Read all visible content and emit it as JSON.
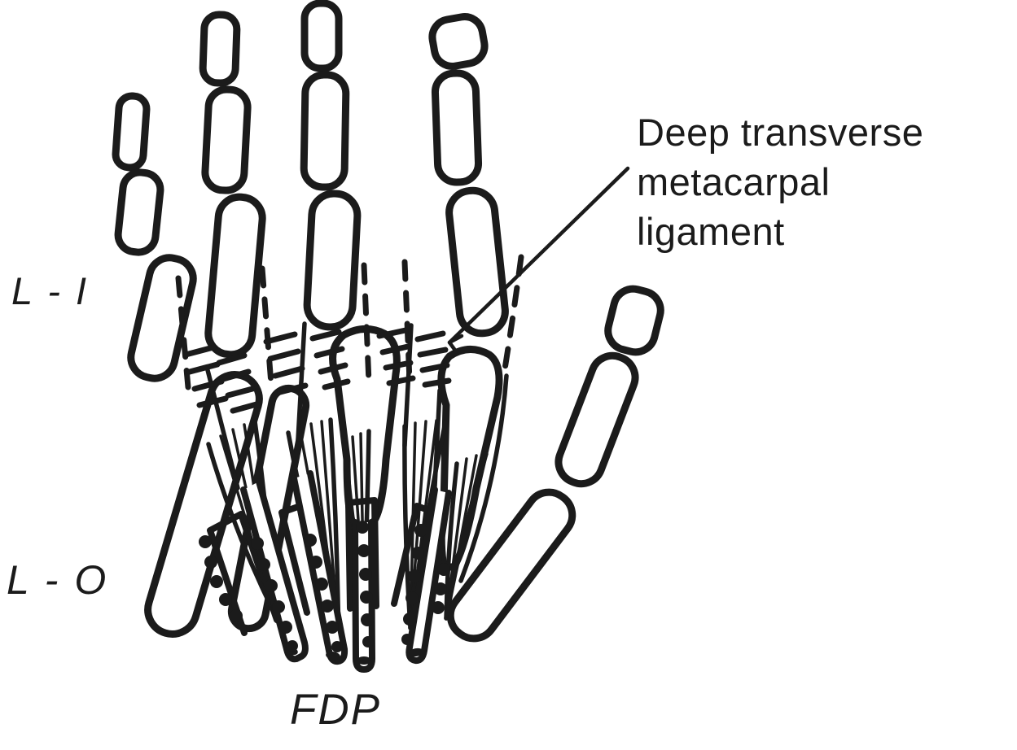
{
  "colors": {
    "ink": "#1b1b1b",
    "background": "#ffffff"
  },
  "labels": {
    "lumbrical_insertion": "L - I",
    "lumbrical_origin": "L - O",
    "flexor_digitorum_profundus": "FDP"
  },
  "annotation": {
    "ligament": "Deep transverse\nmetacarpal\nligament"
  }
}
